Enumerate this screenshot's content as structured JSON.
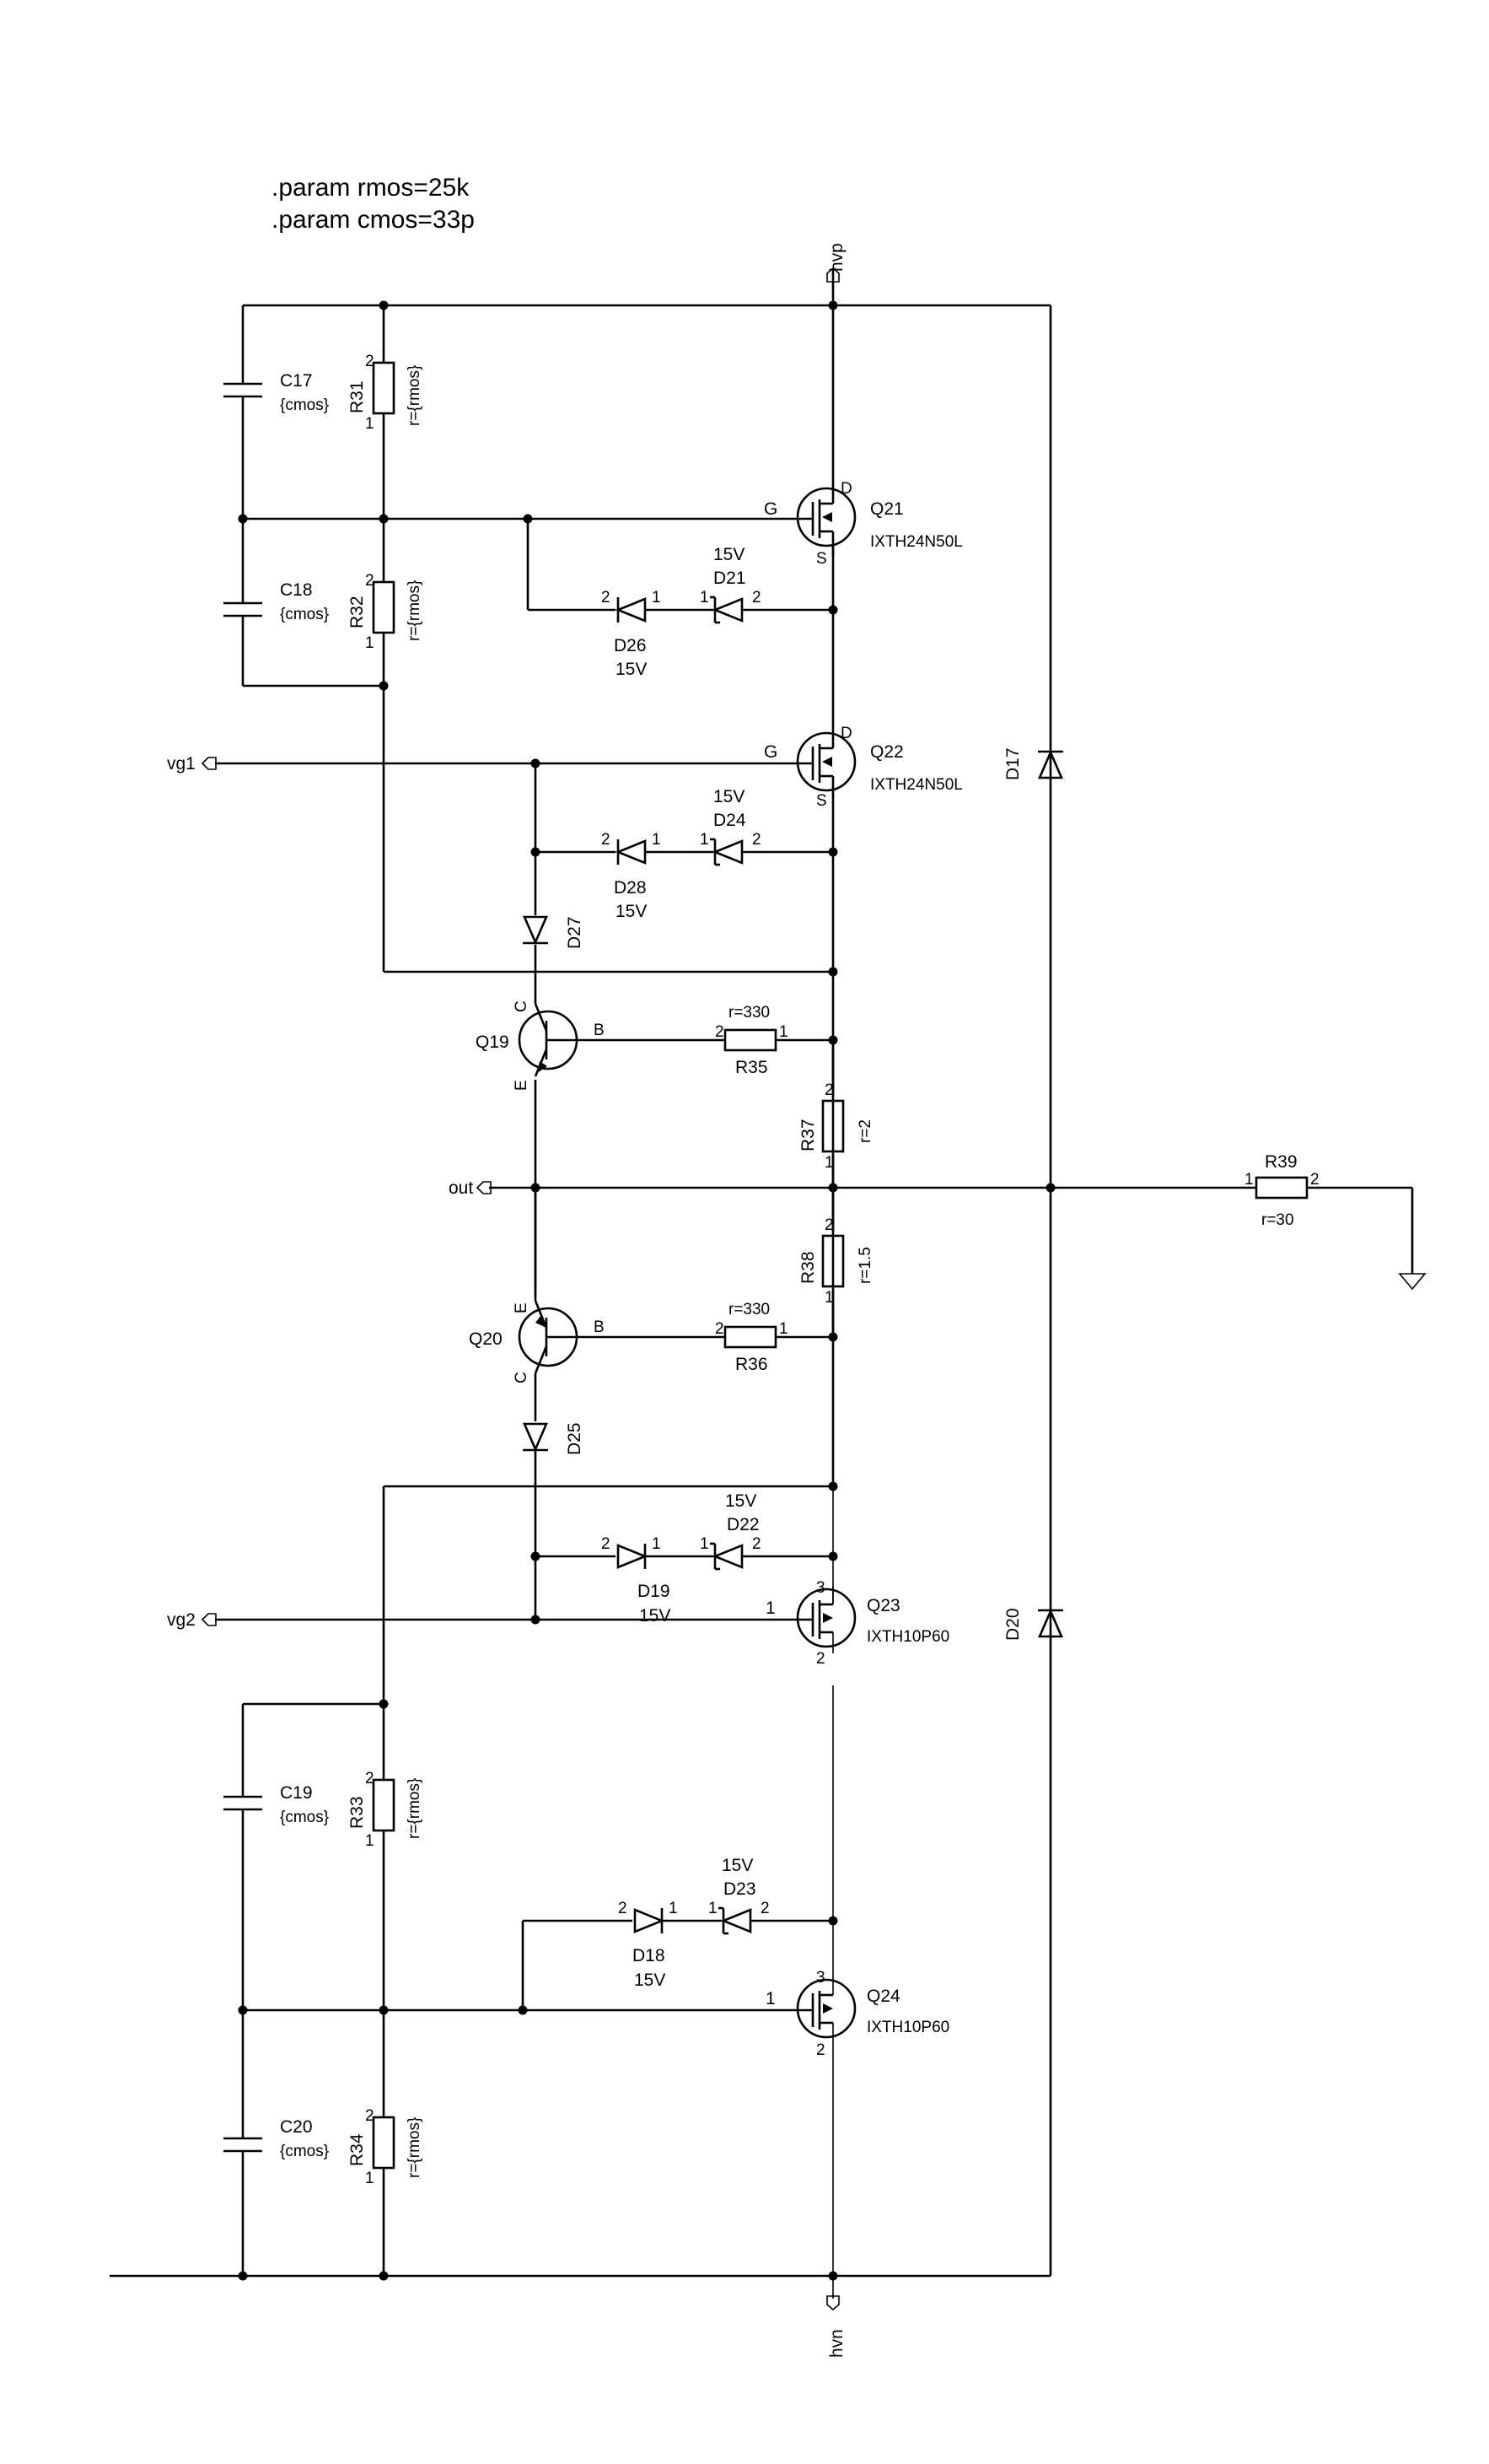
{
  "params": [
    ".param rmos=25k",
    ".param cmos=33p"
  ],
  "nets": {
    "hvp": "hvp",
    "hvn": "hvn",
    "vg1": "vg1",
    "vg2": "vg2",
    "out": "out"
  },
  "capacitors": [
    {
      "ref": "C17",
      "value": "{cmos}"
    },
    {
      "ref": "C18",
      "value": "{cmos}"
    },
    {
      "ref": "C19",
      "value": "{cmos}"
    },
    {
      "ref": "C20",
      "value": "{cmos}"
    }
  ],
  "resistors": [
    {
      "ref": "R31",
      "value": "r={rmos}"
    },
    {
      "ref": "R32",
      "value": "r={rmos}"
    },
    {
      "ref": "R33",
      "value": "r={rmos}"
    },
    {
      "ref": "R34",
      "value": "r={rmos}"
    },
    {
      "ref": "R35",
      "value": "r=330"
    },
    {
      "ref": "R36",
      "value": "r=330"
    },
    {
      "ref": "R37",
      "value": "r=2"
    },
    {
      "ref": "R38",
      "value": "r=1.5"
    },
    {
      "ref": "R39",
      "value": "r=30"
    }
  ],
  "mosfets": [
    {
      "ref": "Q21",
      "part": "IXTH24N50L"
    },
    {
      "ref": "Q22",
      "part": "IXTH24N50L"
    },
    {
      "ref": "Q23",
      "part": "IXTH10P60"
    },
    {
      "ref": "Q24",
      "part": "IXTH10P60"
    }
  ],
  "bjts": [
    {
      "ref": "Q19"
    },
    {
      "ref": "Q20"
    }
  ],
  "diodes": [
    {
      "ref": "D17"
    },
    {
      "ref": "D18",
      "value": "15V"
    },
    {
      "ref": "D19",
      "value": "15V"
    },
    {
      "ref": "D20"
    },
    {
      "ref": "D21",
      "value": "15V"
    },
    {
      "ref": "D22",
      "value": "15V"
    },
    {
      "ref": "D23",
      "value": "15V"
    },
    {
      "ref": "D24",
      "value": "15V"
    },
    {
      "ref": "D25"
    },
    {
      "ref": "D26",
      "value": "15V"
    },
    {
      "ref": "D27"
    },
    {
      "ref": "D28",
      "value": "15V"
    }
  ],
  "pins": {
    "one": "1",
    "two": "2",
    "three": "3",
    "g": "G",
    "d": "D",
    "s": "S",
    "b": "B",
    "c": "C",
    "e": "E"
  }
}
